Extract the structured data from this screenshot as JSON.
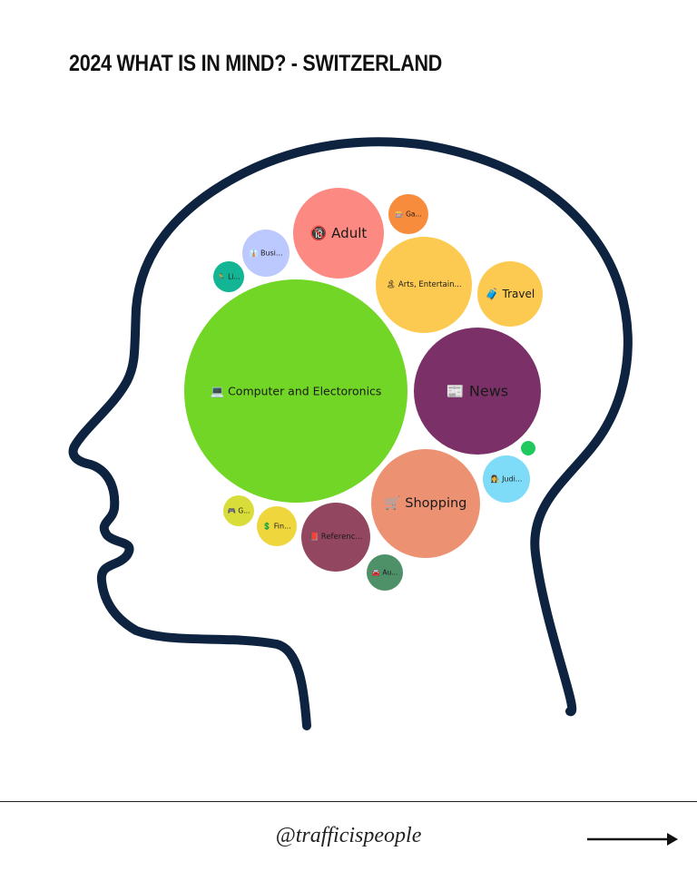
{
  "page": {
    "title": "2024 WHAT IS IN MIND? - SWITZERLAND",
    "handle": "@trafficispeople"
  },
  "colors": {
    "outline": "#0d2340",
    "text": "#1a1a1a"
  },
  "icons": [
    "next-arrow-icon"
  ],
  "chart_data": {
    "type": "bubble",
    "series": [
      {
        "label": "💻 Computer and Electoronics",
        "color": "#72d626"
      },
      {
        "label": "📰 News",
        "color": "#7b3168"
      },
      {
        "label": "🛒 Shopping",
        "color": "#ec9273"
      },
      {
        "label": "🏝 Arts, Entertain...",
        "color": "#fdca51"
      },
      {
        "label": "🔞 Adult",
        "color": "#fd8a82"
      },
      {
        "label": "🧳 Travel",
        "color": "#fdca51"
      },
      {
        "label": "📕 Referenc...",
        "color": "#924660"
      },
      {
        "label": "👩‍⚖️ Judi...",
        "color": "#7fdcf8"
      },
      {
        "label": "👔 Busi...",
        "color": "#bcc9fe"
      },
      {
        "label": "💲 Fin...",
        "color": "#efd63d"
      },
      {
        "label": "🎰 Ga...",
        "color": "#f78d3c"
      },
      {
        "label": "🚘 Au...",
        "color": "#4e9169"
      },
      {
        "label": "🎮 G...",
        "color": "#d8dd3a"
      },
      {
        "label": "🏃 Li...",
        "color": "#13b594"
      },
      {
        "label": "",
        "color": "#1fc95e"
      }
    ]
  }
}
